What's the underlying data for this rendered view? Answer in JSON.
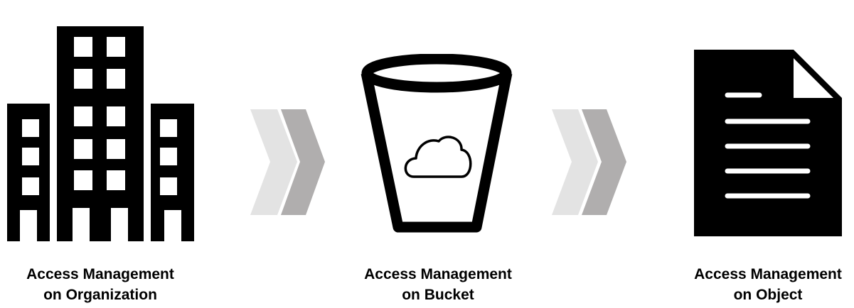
{
  "steps": [
    {
      "icon": "office-building-icon",
      "line1": "Access Management",
      "line2": "on Organization"
    },
    {
      "icon": "bucket-icon",
      "line1": "Access Management",
      "line2": "on Bucket"
    },
    {
      "icon": "document-icon",
      "line1": "Access Management",
      "line2": "on Object"
    }
  ],
  "connectors": [
    {
      "icon": "chevron-right-icon"
    },
    {
      "icon": "chevron-right-icon"
    }
  ],
  "colors": {
    "icon": "#000000",
    "chevron_light": "#e3e3e3",
    "chevron_dark": "#b0aeae"
  }
}
